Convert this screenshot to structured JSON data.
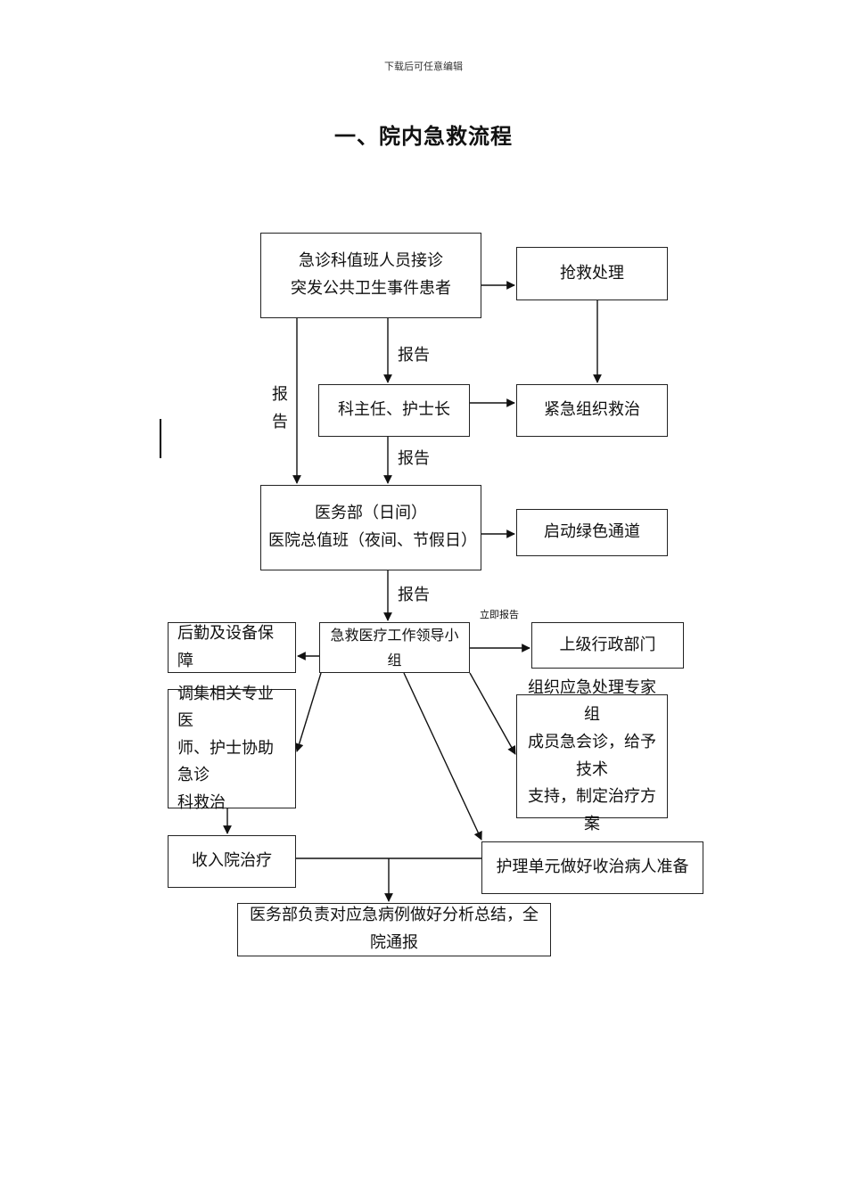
{
  "header": {
    "note": "下载后可任意编辑"
  },
  "title": "一、院内急救流程",
  "nodes": {
    "n1": {
      "lines": [
        "急诊科值班人员接诊",
        "突发公共卫生事件患者"
      ]
    },
    "n2": {
      "lines": [
        "抢救处理"
      ]
    },
    "n3": {
      "lines": [
        "科主任、护士长"
      ]
    },
    "n4": {
      "lines": [
        "紧急组织救治"
      ]
    },
    "n5": {
      "lines": [
        "医务部（日间）",
        "医院总值班（夜间、节假日）"
      ]
    },
    "n6": {
      "lines": [
        "启动绿色通道"
      ]
    },
    "n7": {
      "lines": [
        "急救医疗工作领导小组"
      ]
    },
    "n8": {
      "lines": [
        "后勤及设备保障"
      ]
    },
    "n9": {
      "lines": [
        "上级行政部门"
      ]
    },
    "n10": {
      "lines": [
        "调集相关专业医",
        "师、护士协助急诊",
        "科救治"
      ]
    },
    "n11": {
      "lines": [
        "组织应急处理专家组",
        "成员急会诊，给予技术",
        "支持，制定治疗方案"
      ]
    },
    "n12": {
      "lines": [
        "收入院治疗"
      ]
    },
    "n13": {
      "lines": [
        "护理单元做好收治病人准备"
      ]
    },
    "n14": {
      "lines": [
        "医务部负责对应急病例做好分析总结，全院通报"
      ]
    }
  },
  "edge_labels": {
    "report_1": "报告",
    "report_side": "报告",
    "report_2": "报告",
    "report_3": "报告",
    "immediate_report": "立即报告"
  }
}
